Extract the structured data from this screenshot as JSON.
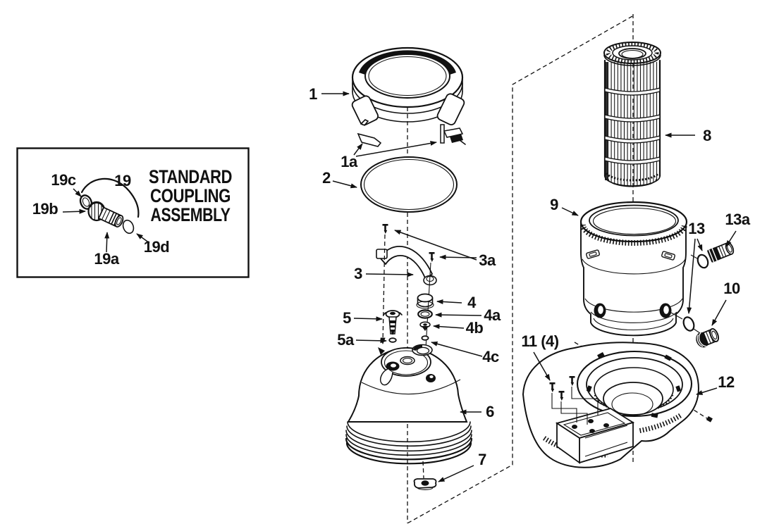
{
  "background_color": "#ffffff",
  "ink_color": "#111111",
  "inset": {
    "title_lines": [
      "STANDARD",
      "COUPLING",
      "ASSEMBLY"
    ],
    "labels": {
      "p19": "19",
      "p19a": "19a",
      "p19b": "19b",
      "p19c": "19c",
      "p19d": "19d"
    }
  },
  "labels": {
    "p1": "1",
    "p1a": "1a",
    "p2": "2",
    "p3": "3",
    "p3a": "3a",
    "p4": "4",
    "p4a": "4a",
    "p4b": "4b",
    "p4c": "4c",
    "p5": "5",
    "p5a": "5a",
    "p6": "6",
    "p7": "7",
    "p8": "8",
    "p9": "9",
    "p10": "10",
    "p11": "11 (4)",
    "p12": "12",
    "p13": "13",
    "p13a": "13a"
  }
}
